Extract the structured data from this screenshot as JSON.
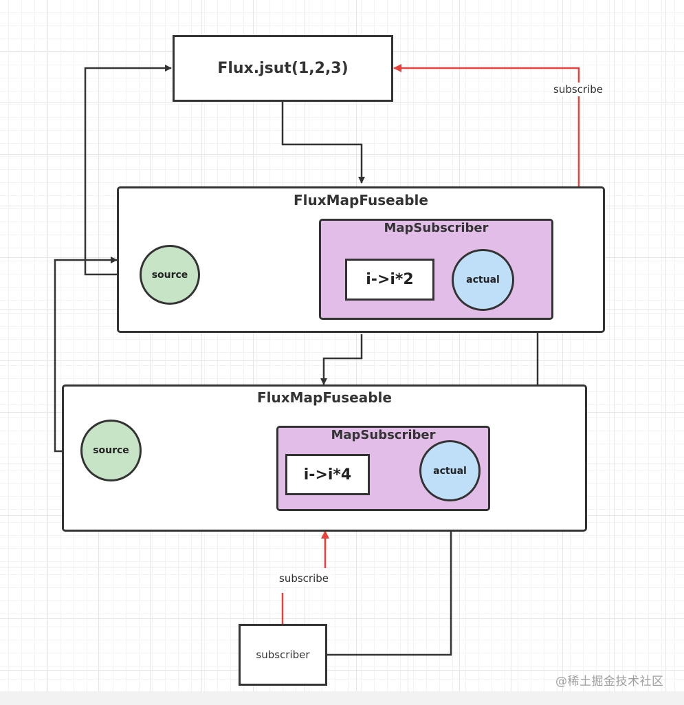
{
  "diagram": {
    "top_node": {
      "label": "Flux.jsut(1,2,3)"
    },
    "upper_block": {
      "title": "FluxMapFuseable",
      "source_label": "source",
      "subscriber": {
        "title": "MapSubscriber",
        "function": "i->i*2",
        "actual_label": "actual"
      }
    },
    "lower_block": {
      "title": "FluxMapFuseable",
      "source_label": "source",
      "subscriber": {
        "title": "MapSubscriber",
        "function": "i->i*4",
        "actual_label": "actual"
      }
    },
    "subscriber_node": {
      "label": "subscriber"
    },
    "edge_labels": {
      "top_subscribe": "subscribe",
      "bottom_subscribe": "subscribe"
    },
    "colors": {
      "stroke": "#333333",
      "subscribe_arrow": "#e8413b",
      "source_fill": "#c7e5c6",
      "actual_fill": "#bfdff8",
      "map_subscriber_fill": "#e2bde8"
    }
  },
  "watermark": "@稀土掘金技术社区"
}
